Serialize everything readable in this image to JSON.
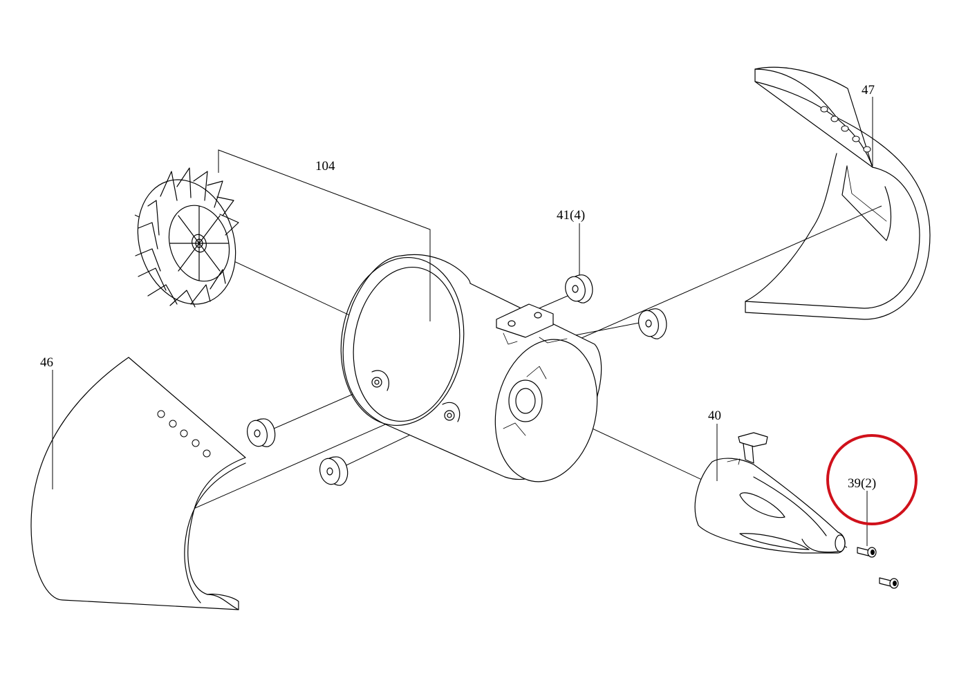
{
  "diagram": {
    "callouts": [
      {
        "id": "47",
        "label": "47"
      },
      {
        "id": "104",
        "label": "104"
      },
      {
        "id": "41",
        "label": "41(4)"
      },
      {
        "id": "46",
        "label": "46"
      },
      {
        "id": "40",
        "label": "40"
      },
      {
        "id": "39",
        "label": "39(2)"
      }
    ],
    "highlight": {
      "target": "39",
      "color": "#d0111b"
    }
  }
}
